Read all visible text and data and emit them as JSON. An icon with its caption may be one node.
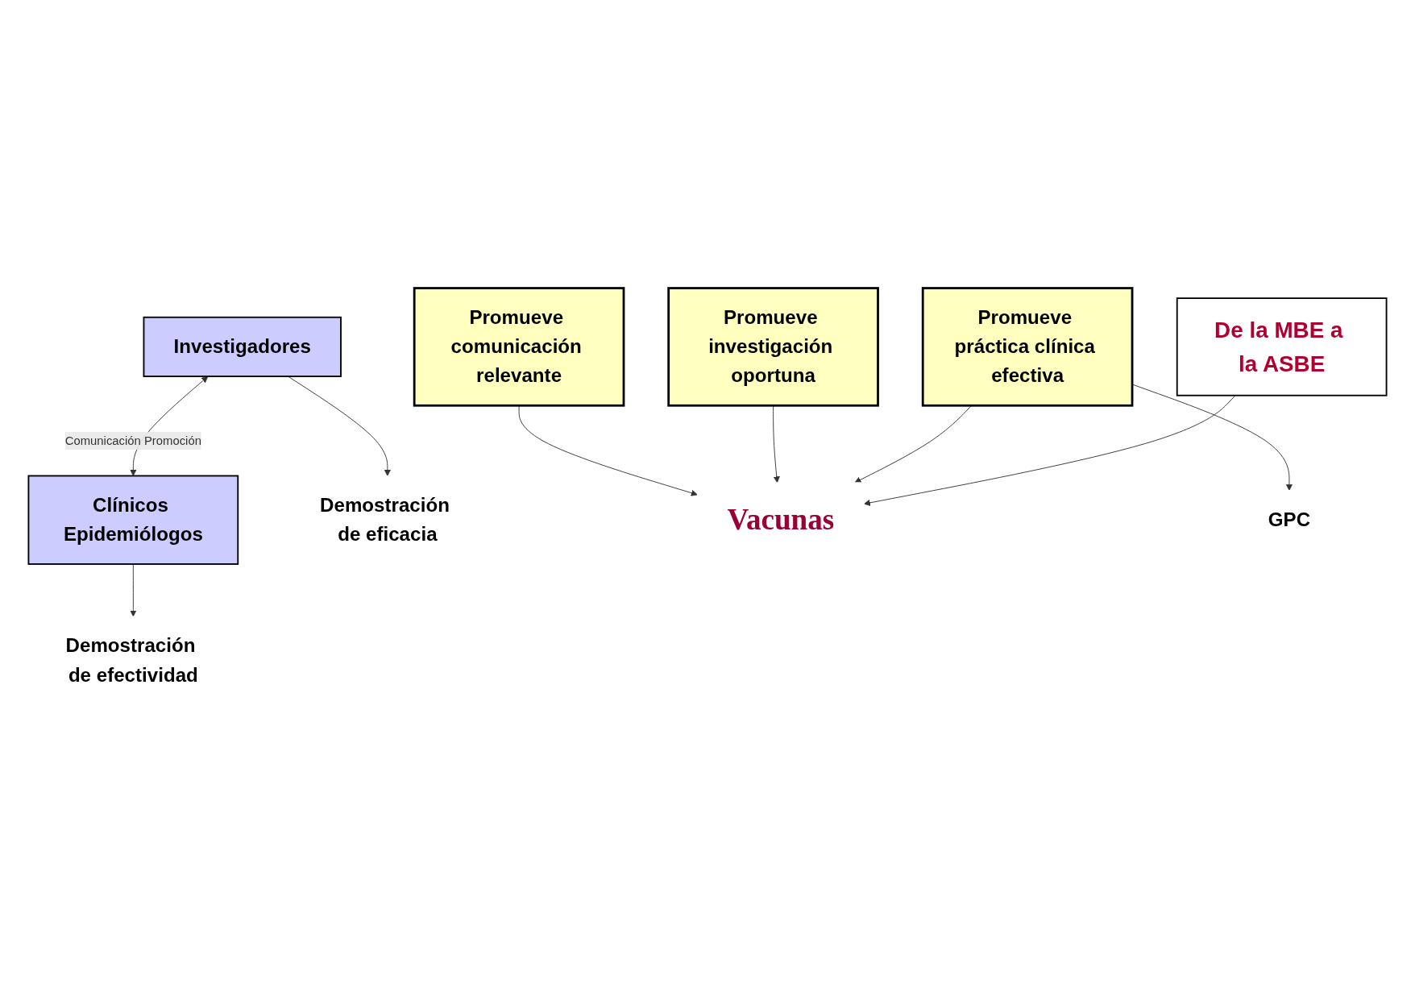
{
  "diagram": {
    "nodes": [
      {
        "text": [
          "Investigadores"
        ]
      },
      {
        "text": [
          "Clínicos Epidemiólogos"
        ]
      },
      {
        "text": [
          "Demostración de eficacia"
        ]
      },
      {
        "text": [
          "Promueve comunicación relevante"
        ]
      },
      {
        "text": [
          "Demostración de efectividad"
        ]
      },
      {
        "text": [
          "Promueve investigación oportuna"
        ]
      },
      {
        "text": [
          "Vacunas"
        ]
      },
      {
        "text": [
          "Promueve práctica clínica efectiva"
        ]
      },
      {
        "text": [
          "GPC"
        ]
      },
      {
        "text": [
          "De la MBE a la ASBE"
        ]
      }
    ],
    "edges": [
      {
        "from": 0,
        "to": 1,
        "arrow": "both",
        "label": "Comunicación Promoción"
      },
      {
        "from": 0,
        "to": 2,
        "arrow": "to"
      },
      {
        "from": 1,
        "to": 4,
        "arrow": "to"
      },
      {
        "from": 3,
        "to": 6,
        "arrow": "to"
      },
      {
        "from": 5,
        "to": 6,
        "arrow": "to"
      },
      {
        "from": 7,
        "to": 6,
        "arrow": "to"
      },
      {
        "from": 9,
        "to": 6,
        "arrow": "to"
      },
      {
        "from": 7,
        "to": 8,
        "arrow": "to"
      }
    ]
  }
}
